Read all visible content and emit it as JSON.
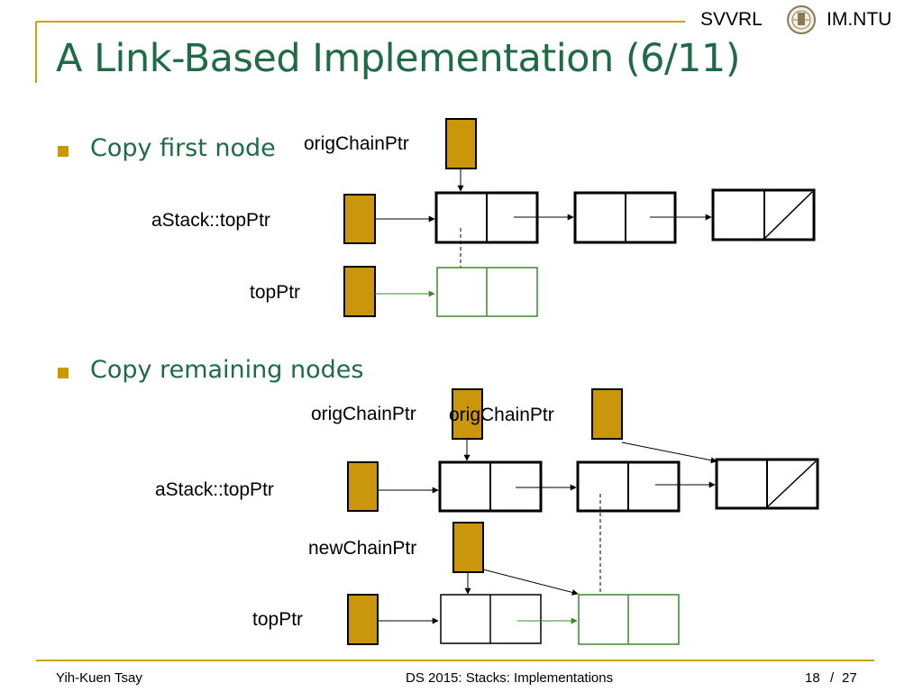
{
  "header": {
    "brand_left": "SVVRL",
    "brand_right": "IM.NTU",
    "logo_icon": "ntu-seal-icon"
  },
  "slide": {
    "title": "A Link-Based Implementation (6/11)"
  },
  "bullets": [
    {
      "text": "Copy first node"
    },
    {
      "text": "Copy remaining nodes"
    }
  ],
  "diagram1": {
    "orig_chain_ptr": "origChainPtr",
    "astack_topptr": "aStack::topPtr",
    "top_ptr": "topPtr"
  },
  "diagram2": {
    "orig_chain_ptr_a": "origChainPtr",
    "orig_chain_ptr_b": "origChainPtr",
    "astack_topptr": "aStack::topPtr",
    "new_chain_ptr": "newChainPtr",
    "top_ptr": "topPtr"
  },
  "footer": {
    "author": "Yih-Kuen Tsay",
    "course": "DS 2015: Stacks: Implementations",
    "page_current": "18",
    "page_separator": "/",
    "page_total": "27"
  },
  "colors": {
    "title_green": "#1e6b45",
    "accent_gold": "#c89a00",
    "pointer_fill": "#c9960c",
    "new_node_green": "#3a8a2c",
    "frame_gold": "#c8a500"
  }
}
